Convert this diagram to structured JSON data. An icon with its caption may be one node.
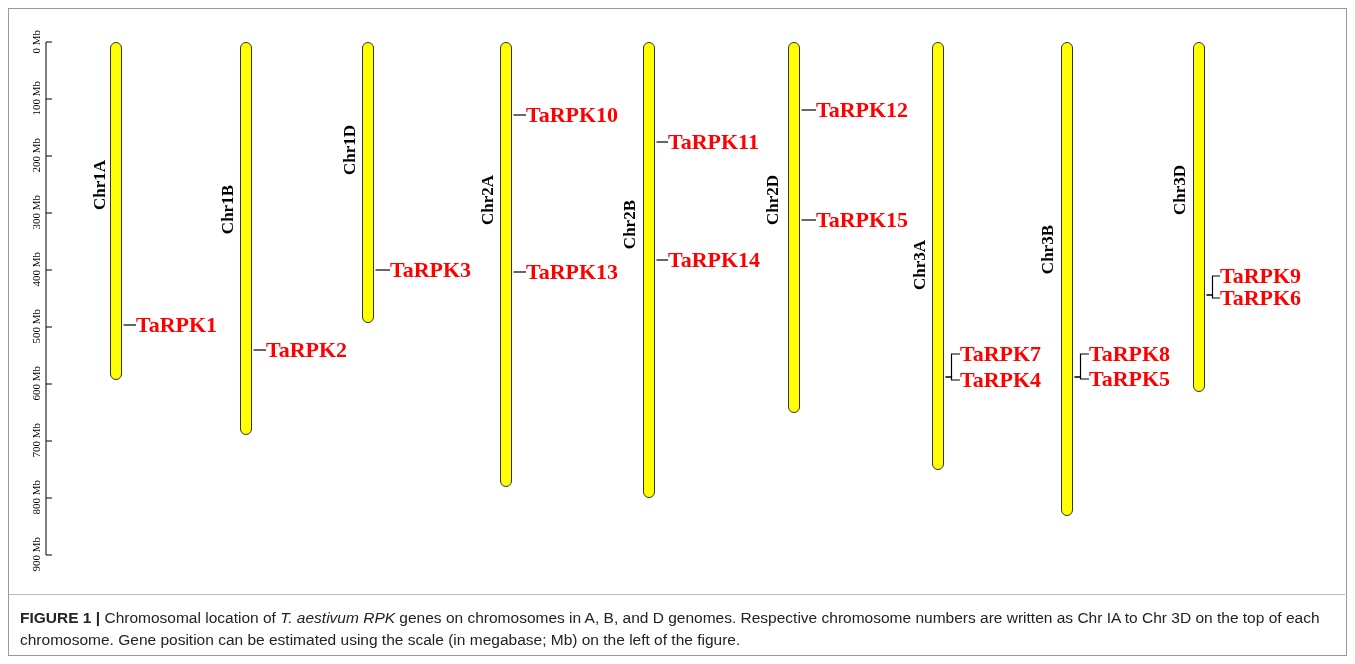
{
  "diagram": {
    "caption": "**FIGURE 1 |** Chromosomal location of *T. aestivum RPK* genes on chromosomes in A, B, and D genomes. Respective chromosome numbers are written as Chr IA to Chr 3D on the top of each chromosome. Gene position can be estimated using the scale (in megabase; Mb) on the left of the figure.",
    "nodes": [
      {
        "text": [
          "Chr1A"
        ]
      },
      {
        "text": [
          "Chr1B"
        ]
      },
      {
        "text": [
          "Chr1D"
        ]
      },
      {
        "text": [
          "Chr2A"
        ]
      },
      {
        "text": [
          "Chr2B"
        ]
      },
      {
        "text": [
          "Chr2D"
        ]
      },
      {
        "text": [
          "Chr3A"
        ]
      },
      {
        "text": [
          "Chr3B"
        ]
      },
      {
        "text": [
          "Chr3D"
        ]
      },
      {
        "text": [
          "TaRPK1"
        ]
      },
      {
        "text": [
          "TaRPK2"
        ]
      },
      {
        "text": [
          "TaRPK3"
        ]
      },
      {
        "text": [
          "TaRPK10"
        ]
      },
      {
        "text": [
          "TaRPK13"
        ]
      },
      {
        "text": [
          "TaRPK11"
        ]
      },
      {
        "text": [
          "TaRPK14"
        ]
      },
      {
        "text": [
          "TaRPK12"
        ]
      },
      {
        "text": [
          "TaRPK15"
        ]
      },
      {
        "text": [
          "TaRPK7"
        ]
      },
      {
        "text": [
          "TaRPK4"
        ]
      },
      {
        "text": [
          "TaRPK8"
        ]
      },
      {
        "text": [
          "TaRPK5"
        ]
      },
      {
        "text": [
          "TaRPK9"
        ]
      },
      {
        "text": [
          "TaRPK6"
        ]
      }
    ],
    "edges": [
      {
        "from": 9,
        "to": 0,
        "arrow": "none"
      },
      {
        "from": 10,
        "to": 1,
        "arrow": "none"
      },
      {
        "from": 11,
        "to": 2,
        "arrow": "none"
      },
      {
        "from": 12,
        "to": 3,
        "arrow": "none"
      },
      {
        "from": 13,
        "to": 3,
        "arrow": "none"
      },
      {
        "from": 14,
        "to": 4,
        "arrow": "none"
      },
      {
        "from": 15,
        "to": 4,
        "arrow": "none"
      },
      {
        "from": 16,
        "to": 5,
        "arrow": "none"
      },
      {
        "from": 17,
        "to": 5,
        "arrow": "none"
      },
      {
        "from": 18,
        "to": 6,
        "arrow": "none"
      },
      {
        "from": 19,
        "to": 6,
        "arrow": "none"
      },
      {
        "from": 20,
        "to": 7,
        "arrow": "none"
      },
      {
        "from": 21,
        "to": 7,
        "arrow": "none"
      },
      {
        "from": 22,
        "to": 8,
        "arrow": "none"
      },
      {
        "from": 23,
        "to": 8,
        "arrow": "none"
      }
    ],
    "labels": [
      "0 Mb",
      "100 Mb",
      "200 Mb",
      "300 Mb",
      "400 Mb",
      "500 Mb",
      "600 Mb",
      "700 Mb",
      "800 Mb",
      "900 Mb"
    ]
  }
}
